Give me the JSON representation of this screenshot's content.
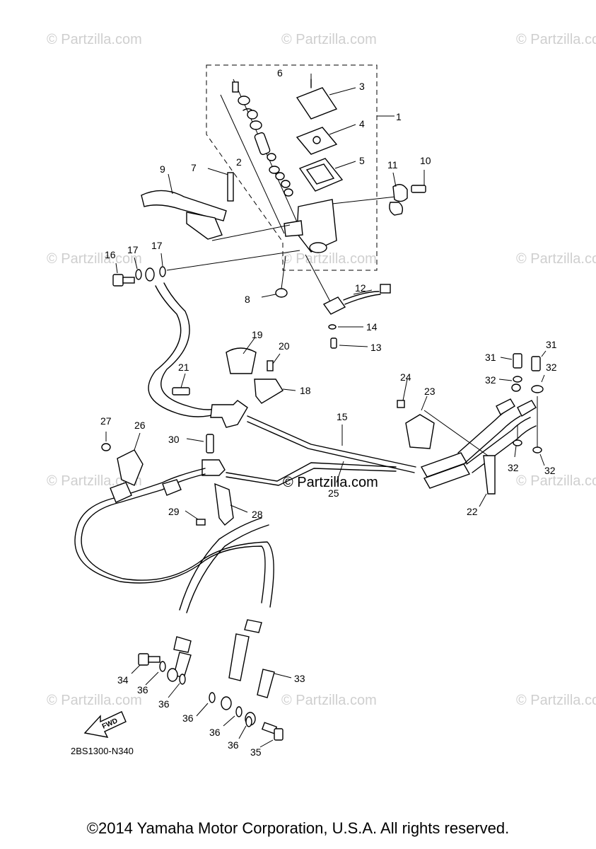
{
  "watermark": "© Partzilla.com",
  "center_watermark": "© Partzilla.com",
  "diagram_code": "2BS1300-N340",
  "fwd_label": "FWD",
  "copyright": "©2014 Yamaha Motor Corporation, U.S.A. All rights reserved.",
  "callouts": [
    "1",
    "2",
    "3",
    "4",
    "5",
    "6",
    "7",
    "8",
    "9",
    "10",
    "11",
    "12",
    "13",
    "14",
    "15",
    "16",
    "17",
    "17",
    "18",
    "19",
    "20",
    "21",
    "22",
    "23",
    "24",
    "25",
    "26",
    "27",
    "28",
    "29",
    "30",
    "31",
    "31",
    "32",
    "32",
    "32",
    "32",
    "33",
    "34",
    "35",
    "36",
    "36",
    "36",
    "36",
    "36"
  ]
}
